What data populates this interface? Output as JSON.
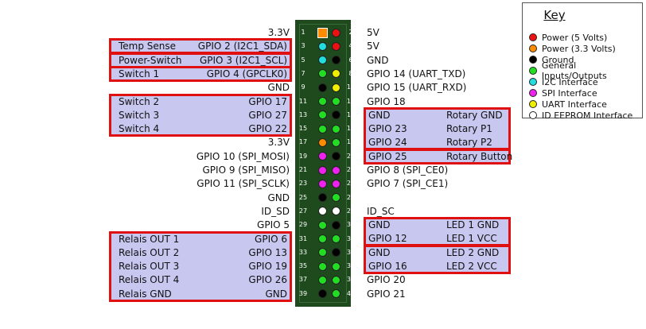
{
  "left_labels": [
    "3.3V",
    "",
    "",
    "",
    "GND",
    "",
    "",
    "",
    "3.3V",
    "GPIO 10 (SPI_MOSI)",
    "GPIO 9 (SPI_MISO)",
    "GPIO 11 (SPI_SCLK)",
    "GND",
    "ID_SD",
    "GPIO 5",
    "",
    "",
    "",
    "",
    ""
  ],
  "right_labels": [
    "5V",
    "5V",
    "GND",
    "GPIO 14 (UART_TXD)",
    "GPIO 15 (UART_RXD)",
    "GPIO 18",
    "",
    "",
    "",
    "GPIO 25",
    "GPIO 8 (SPI_CE0)",
    "GPIO 7 (SPI_CE1)",
    "",
    "ID_SC",
    "",
    "",
    "",
    "",
    "GPIO 20",
    "GPIO 21"
  ],
  "pin_colors": {
    "odd": [
      "orange",
      "cyan",
      "cyan",
      "green",
      "black",
      "green",
      "green",
      "green",
      "orange",
      "magenta",
      "magenta",
      "magenta",
      "black",
      "white",
      "green",
      "green",
      "green",
      "green",
      "green",
      "black"
    ],
    "even": [
      "red",
      "red",
      "black",
      "yellow",
      "yellow",
      "green",
      "black",
      "green",
      "green",
      "black",
      "magenta",
      "magenta",
      "green",
      "white",
      "black",
      "green",
      "black",
      "green",
      "green",
      "green"
    ]
  },
  "colors": {
    "red": "#ee1111",
    "orange": "#ff8c00",
    "black": "#000000",
    "green": "#22dd22",
    "cyan": "#22dddd",
    "magenta": "#ee22ee",
    "yellow": "#eeee00",
    "white": "#ffffff",
    "highlight_fill": "#c7c7f0",
    "highlight_border": "#e01010"
  },
  "highlights": {
    "left": [
      {
        "rows": [
          1
        ],
        "lines": [
          [
            "Temp Sense",
            "GPIO 2 (I2C1_SDA)"
          ]
        ]
      },
      {
        "rows": [
          2
        ],
        "lines": [
          [
            "Power-Switch",
            "GPIO 3 (I2C1_SCL)"
          ]
        ]
      },
      {
        "rows": [
          3
        ],
        "lines": [
          [
            "Switch 1",
            "GPIO 4 (GPCLK0)"
          ]
        ]
      },
      {
        "rows": [
          5,
          6,
          7
        ],
        "lines": [
          [
            "Switch 2",
            "GPIO 17"
          ],
          [
            "Switch 3",
            "GPIO 27"
          ],
          [
            "Switch 4",
            "GPIO 22"
          ]
        ]
      },
      {
        "rows": [
          15,
          16,
          17,
          18,
          19
        ],
        "lines": [
          [
            "Relais OUT 1",
            "GPIO 6"
          ],
          [
            "Relais OUT 2",
            "GPIO 13"
          ],
          [
            "Relais OUT 3",
            "GPIO 19"
          ],
          [
            "Relais OUT 4",
            "GPIO 26"
          ],
          [
            "Relais GND",
            "GND"
          ]
        ]
      }
    ],
    "right": [
      {
        "rows": [
          6,
          7,
          8
        ],
        "lines": [
          [
            "GND",
            "Rotary GND"
          ],
          [
            "GPIO 23",
            "Rotary P1"
          ],
          [
            "GPIO 24",
            "Rotary P2"
          ]
        ]
      },
      {
        "rows": [
          9
        ],
        "lines": [
          [
            "GPIO 25",
            "Rotary Button"
          ]
        ]
      },
      {
        "rows": [
          14,
          15
        ],
        "lines": [
          [
            "GND",
            "LED 1 GND"
          ],
          [
            "GPIO 12",
            "LED 1 VCC"
          ]
        ]
      },
      {
        "rows": [
          16,
          17
        ],
        "lines": [
          [
            "GND",
            "LED 2 GND"
          ],
          [
            "GPIO 16",
            "LED 2 VCC"
          ]
        ]
      }
    ]
  },
  "key": {
    "title": "Key",
    "items": [
      {
        "color": "red",
        "label": "Power (5 Volts)"
      },
      {
        "color": "orange",
        "label": "Power (3.3 Volts)"
      },
      {
        "color": "black",
        "label": "Ground"
      },
      {
        "color": "green",
        "label": "General Inputs/Outputs"
      },
      {
        "color": "cyan",
        "label": "I2C Interface"
      },
      {
        "color": "magenta",
        "label": "SPI Interface"
      },
      {
        "color": "yellow",
        "label": "UART Interface"
      },
      {
        "color": "white",
        "label": "ID EEPROM Interface"
      }
    ]
  }
}
